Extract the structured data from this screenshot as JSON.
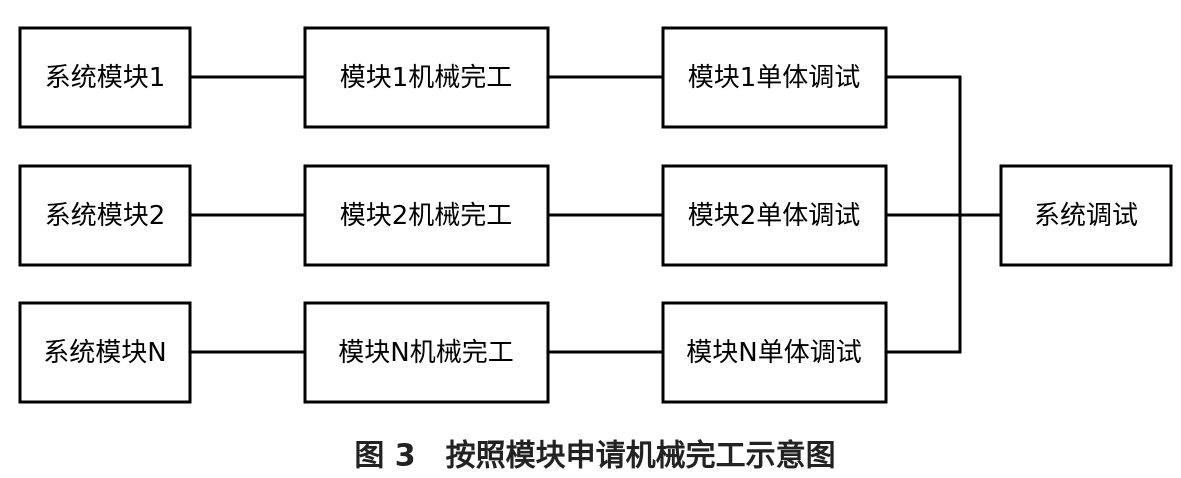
{
  "rows": [
    {
      "system_module": "系统模块1",
      "mechanical_completion": "模块1机械完工",
      "unit_debug": "模块1单体调试"
    },
    {
      "system_module": "系统模块2",
      "mechanical_completion": "模块2机械完工",
      "unit_debug": "模块2单体调试"
    },
    {
      "system_module": "系统模块N",
      "mechanical_completion": "模块N机械完工",
      "unit_debug": "模块N单体调试"
    }
  ],
  "system_debug": "系统调试",
  "caption": "图 3　按照模块申请机械完工示意图"
}
